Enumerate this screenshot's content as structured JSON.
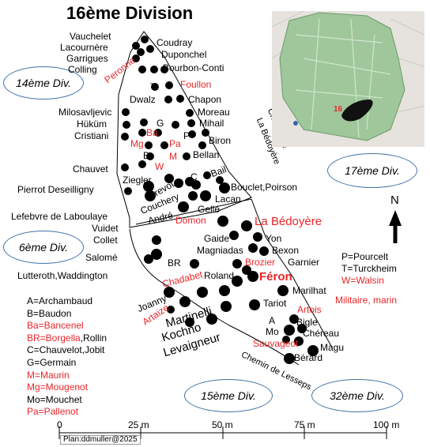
{
  "title": "16ème Division",
  "divisions": [
    {
      "key": "d14",
      "text": "14ème Div."
    },
    {
      "key": "d6",
      "text": "6ème Div."
    },
    {
      "key": "d17",
      "text": "17ème Div."
    },
    {
      "key": "d15",
      "text": "15ème Div."
    },
    {
      "key": "d32",
      "text": "32ème Div."
    }
  ],
  "graves": [
    "Vauchelet",
    "Coudray",
    "Lacournère",
    "Duponchel",
    "Garrigues",
    "Colling",
    "Bourbon-Conti",
    "Peronne",
    "Foullon",
    "T",
    "Dwalz",
    "Chapon",
    "Milosavljevic",
    "Moreau",
    "Hüküm",
    "G",
    "Mihail",
    "Ba",
    "Cristiani",
    "P",
    "Mg",
    "Pa",
    "Biron",
    "B",
    "M",
    "Bellan",
    "Chauvet",
    "W",
    "C",
    "Bail",
    "Ziegler",
    "Prevot",
    "Pierrot Deseilligny",
    "Couchery",
    "Bouclet,Poirson",
    "Lacan",
    "Lefebvre de Laboulaye",
    "André",
    "Gellé",
    "Vuidet",
    "Domon",
    "La Bédoyère",
    "Collet",
    "Gaide",
    "Yon",
    "Magniadas",
    "Bexon",
    "Salomé",
    "BR",
    "Brozier",
    "Garnier",
    "Lutteroth,Waddington",
    "Roland",
    "Féron",
    "Chadabet",
    "Marilhat",
    "Joanny",
    "Artaize",
    "Tariot",
    "Martinelli",
    "Artois",
    "A",
    "Bigle",
    "Kochno",
    "Mo",
    "Chéreau",
    "Levaigneur",
    "Sauvageot",
    "Magu",
    "Bérard"
  ],
  "roads": [
    "Chemin de",
    "La Bédoyère",
    "Chemin de Lesseps"
  ],
  "north": "N",
  "legend_left": [
    {
      "text": "A=Archambaud",
      "red": false
    },
    {
      "text": "B=Baudon",
      "red": false
    },
    {
      "text": "Ba=Bancenel",
      "red": true
    },
    {
      "text": "BR=Borgella",
      "red": true
    },
    {
      "text": ",Rollin",
      "red": false
    },
    {
      "text": "C=Chauvelot,Jobit",
      "red": false
    },
    {
      "text": "G=Germain",
      "red": false
    },
    {
      "text": "M=Maurin",
      "red": true
    },
    {
      "text": "Mg=Mougenot",
      "red": true
    },
    {
      "text": "Mo=Mouchet",
      "red": false
    },
    {
      "text": "Pa=Pallenot",
      "red": true
    }
  ],
  "legend_right": [
    {
      "text": "P=Pourcelt",
      "red": false
    },
    {
      "text": "T=Turckheim",
      "red": false
    },
    {
      "text": "W=Walsin",
      "red": true
    },
    {
      "text": "Militaire, marin",
      "red": true
    }
  ],
  "scale": {
    "ticks": [
      "0",
      "25 m",
      "50 m",
      "75 m",
      "100 m"
    ],
    "credit": "Plan:ddmuller@2025"
  },
  "inset_label": "16",
  "colors": {
    "dot": "#000000",
    "red_label": "#e8262a",
    "oval_border": "#3f72a8",
    "park": "#9fc79b"
  }
}
